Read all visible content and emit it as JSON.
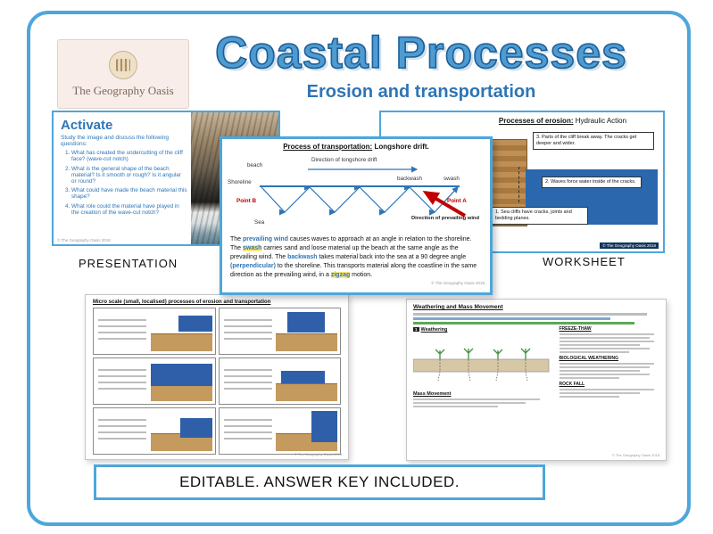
{
  "page": {
    "title": "Coastal Processes",
    "subtitle": "Erosion and transportation",
    "banner": "EDITABLE. ANSWER KEY INCLUDED.",
    "label_presentation": "PRESENTATION",
    "label_worksheet": "WORKSHEET"
  },
  "logo": {
    "name": "The Geography Oasis"
  },
  "activate": {
    "title": "Activate",
    "intro": "Study the image and discuss the following questions:",
    "questions": [
      "What has created the undercutting of the cliff face? (wave-cut notch)",
      "What is the general shape of the beach material? Is it smooth or rough? Is it angular or round?",
      "What could have made the beach material this shape?",
      "What role could the material have played in the creation of the wave-cut notch?"
    ],
    "copyright": "© The Geography Oasis 2018"
  },
  "longshore": {
    "title_bold": "Process of transportation:",
    "title_rest": " Longshore drift.",
    "labels": {
      "beach": "beach",
      "drift": "Direction of longshore drift",
      "shoreline": "Shoreline",
      "backwash": "backwash",
      "swash": "swash",
      "point_b": "Point B",
      "point_a": "Point A",
      "wind": "Direction of prevailing wind",
      "sea": "Sea"
    },
    "para": {
      "p1": "The ",
      "kw1": "prevailing wind",
      "p2": " causes waves to approach at an angle in relation to the shoreline. The ",
      "kw2": "swash",
      "p3": " carries sand and loose material up the beach at the same angle as the prevailing wind. The ",
      "kw3": "backwash",
      "p4": " takes material back into the sea at a 90 degree angle ",
      "kw4": "(perpendicular)",
      "p5": " to the shoreline. This transports material along the coastline in the same direction as the prevailing wind, in a ",
      "kw5": "zigzag",
      "p6": " motion."
    },
    "copyright": "© The Geography Oasis 2018"
  },
  "erosion_ws": {
    "title_bold": "Processes of erosion:",
    "title_rest": " Hydraulic Action",
    "boxes": [
      "3. Parts of the cliff break away. The cracks get deeper and wider.",
      "2. Waves force water inside of the cracks.",
      "1. Sea cliffs have cracks, joints and bedding planes."
    ],
    "copyright": "© The Geography Oasis 2018"
  },
  "micro_ws": {
    "title": "Micro scale (small, localised) processes of erosion and transportation",
    "copyright": "© The Geography Oasis 2018"
  },
  "weathering_ws": {
    "title": "Weathering and Mass Movement",
    "section_num": "1",
    "section_weathering": "Weathering",
    "freeze_heading": "FREEZE-THAW",
    "bio_heading": "BIOLOGICAL WEATHERING",
    "mass_heading": "Mass Movement",
    "rockfall_heading": "ROCK FALL",
    "copyright": "© The Geography Oasis 2018"
  }
}
